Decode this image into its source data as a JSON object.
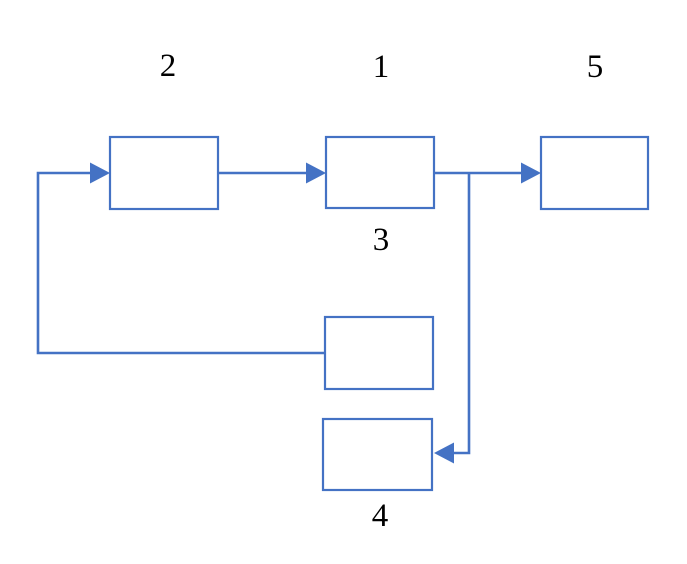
{
  "diagram": {
    "type": "block-flow-diagram",
    "background_color": "#ffffff",
    "colors": {
      "line": "#4472C4",
      "box_fill": "#ffffff",
      "label_text": "#000000"
    },
    "labels": [
      {
        "id": "label-2",
        "text": "2",
        "position": "above-top-left-box"
      },
      {
        "id": "label-1",
        "text": "1",
        "position": "above-top-middle-box"
      },
      {
        "id": "label-5",
        "text": "5",
        "position": "above-top-right-box"
      },
      {
        "id": "label-3",
        "text": "3",
        "position": "below-top-middle-box"
      },
      {
        "id": "label-4",
        "text": "4",
        "position": "below-bottom-box"
      }
    ],
    "nodes": [
      {
        "id": "box-2",
        "adjacent_label": "2",
        "content": ""
      },
      {
        "id": "box-1",
        "adjacent_label": "1",
        "content": ""
      },
      {
        "id": "box-5",
        "adjacent_label": "5",
        "content": ""
      },
      {
        "id": "box-feedback",
        "adjacent_label": "3",
        "content": ""
      },
      {
        "id": "box-4",
        "adjacent_label": "4",
        "content": ""
      }
    ],
    "edges": [
      {
        "from": "box-feedback",
        "to": "box-2",
        "style": "arrow",
        "route": "left-then-up-then-right"
      },
      {
        "from": "box-2",
        "to": "box-1",
        "style": "arrow",
        "route": "straight-right"
      },
      {
        "from": "box-1",
        "to": "box-5",
        "style": "arrow",
        "route": "straight-right"
      },
      {
        "from": "box-1-to-box-5-line",
        "to": "box-4",
        "style": "arrow",
        "route": "branch-down-then-left"
      }
    ]
  }
}
